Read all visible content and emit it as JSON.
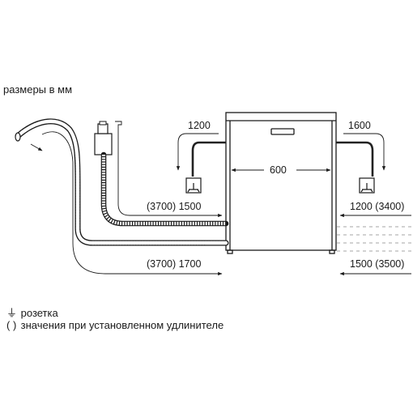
{
  "caption": "размеры в мм",
  "labels": {
    "left_top": "1200",
    "right_top": "1600",
    "width": "600",
    "left_mid": "(3700) 1500",
    "right_mid": "1200 (3400)",
    "left_bottom": "(3700) 1700",
    "right_bottom": "1500 (3500)"
  },
  "legend": {
    "socket_symbol": "⏚",
    "socket": "розетка",
    "extension_symbol": "( )",
    "extension": "значения при установленном удлинителе"
  },
  "icons": [
    "socket-icon",
    "hose-icon",
    "aquastop-valve-icon",
    "arrow-icon"
  ],
  "colors": {
    "ink": "#1a1a1a",
    "hose_fill": "#ffffff",
    "cable": "#222222"
  }
}
